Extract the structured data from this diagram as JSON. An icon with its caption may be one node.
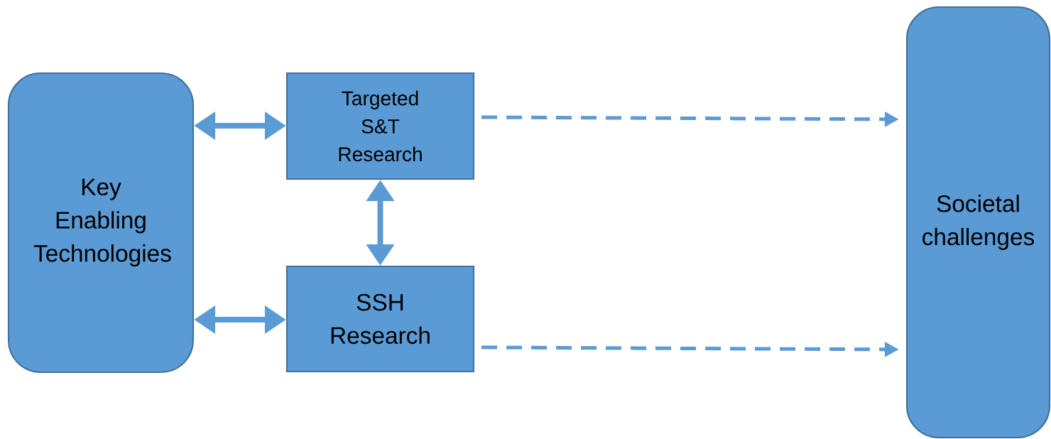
{
  "diagram": {
    "nodes": [
      {
        "text": [
          "Key Enabling Technologies"
        ]
      },
      {
        "text": [
          "Targeted S&T Research"
        ]
      },
      {
        "text": [
          "SSH Research"
        ]
      },
      {
        "text": [
          "Societal challenges"
        ]
      }
    ],
    "edges": [
      {
        "from": 0,
        "to": 1,
        "arrow": "both"
      },
      {
        "from": 1,
        "to": 2,
        "arrow": "both"
      },
      {
        "from": 0,
        "to": 2,
        "arrow": "both"
      },
      {
        "from": 1,
        "to": 3,
        "arrow": "to",
        "style": "dashed"
      },
      {
        "from": 2,
        "to": 3,
        "arrow": "to",
        "style": "dashed"
      }
    ]
  }
}
